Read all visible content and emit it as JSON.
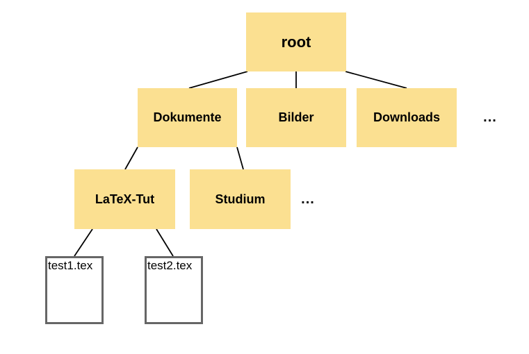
{
  "diagram": {
    "type": "tree",
    "colors": {
      "background": "#FFFFFF",
      "folder_fill": "#FBE091",
      "file_border": "#666666",
      "edge": "#000000",
      "text": "#000000"
    },
    "tree": {
      "root": {
        "label": "root"
      },
      "level1": [
        {
          "label": "Dokumente"
        },
        {
          "label": "Bilder"
        },
        {
          "label": "Downloads"
        }
      ],
      "level1_ellipsis": "...",
      "level2": [
        {
          "label": "LaTeX-Tut"
        },
        {
          "label": "Studium"
        }
      ],
      "level2_ellipsis": "...",
      "files": [
        {
          "label": "test1.tex"
        },
        {
          "label": "test2.tex"
        }
      ]
    }
  }
}
